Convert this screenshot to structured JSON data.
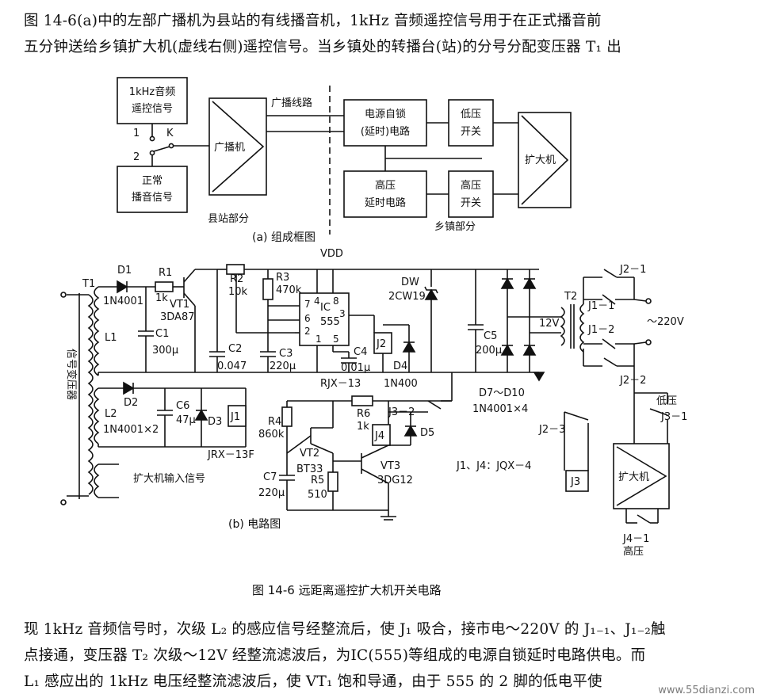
{
  "text": {
    "top_lines": [
      "图 14-6(a)中的左部广播机为县站的有线播音机，1kHz 音频遥控信号用于在正式播音前",
      "五分钟送给乡镇扩大机(虚线右侧)遥控信号。当乡镇处的转播台(站)的分号分配变压器 T₁ 出"
    ],
    "bottom_lines": [
      "现 1kHz 音频信号时，次级 L₂ 的感应信号经整流后，使 J₁ 吸合，接市电～220V 的 J₁₋₁、J₁₋₂触",
      "点接通，变压器 T₂ 次级～12V 经整流滤波后，为IC(555)等组成的电源自锁延时电路供电。而",
      "L₁ 感应出的 1kHz 电压经整流滤波后，使 VT₁ 饱和导通，由于 555 的 2 脚的低电平使"
    ]
  },
  "block_diagram": {
    "caption": "(a) 组成框图",
    "remote_signal": [
      "1kHz音频",
      "遥控信号"
    ],
    "normal_signal": [
      "正常",
      "播音信号"
    ],
    "switch_labels": [
      "1",
      "K",
      "2"
    ],
    "broadcaster": "广播机",
    "line": "广播线路",
    "power_lock": [
      "电源自锁",
      "(延时)电路"
    ],
    "hv_delay": [
      "高压",
      "延时电路"
    ],
    "lv_switch": [
      "低压",
      "开关"
    ],
    "hv_switch": [
      "高压",
      "开关"
    ],
    "amplifier": "扩大机",
    "county": "县站部分",
    "town": "乡镇部分"
  },
  "circuit": {
    "caption": "(b) 电路图",
    "figure_title": "图 14-6   远距离遥控扩大机开关电路",
    "labels": {
      "vdd": "VDD",
      "t1": "T1",
      "sig_transformer": "信号变压器",
      "d1": "D1",
      "d1_part": "1N4001",
      "r1": "R1",
      "r1_val": "1k",
      "vt1": "VT1",
      "vt1_part": "3DA87",
      "r2": "R2",
      "r2_val": "10k",
      "r3": "R3",
      "r3_val": "470k",
      "ic": "IC",
      "ic_part": "555",
      "pins": [
        "7",
        "4",
        "8",
        "6",
        "3",
        "2",
        "1",
        "5"
      ],
      "l1": "L1",
      "c1": "C1",
      "c1_val": "300μ",
      "c2": "C2",
      "c2_val": "0.047",
      "c3": "C3",
      "c3_val": "220μ",
      "c4": "C4",
      "c4_val": "0.01μ",
      "j2": "J2",
      "d4": "D4",
      "rjx": "RJX－13",
      "n400": "1N400",
      "dw": "DW",
      "dw_part": "2CW19",
      "c5": "C5",
      "c5_val": "200μ",
      "t2": "T2",
      "v12": "12V",
      "j21": "J2－1",
      "j11": "J1－1",
      "j12": "J1－2",
      "j22": "J2－2",
      "ac220": "～220V",
      "d7d10": "D7～D10",
      "d7d10_part": "1N4001×4",
      "d2": "D2",
      "l2": "L2",
      "l2_part": "1N4001×2",
      "c6": "C6",
      "c6_val": "47μ",
      "d3": "D3",
      "j1": "J1",
      "jrx": "JRX－13F",
      "r4": "R4",
      "r4_val": "860k",
      "vt2": "VT2",
      "vt2_part": "BT33",
      "r5": "R5",
      "r5_val": "510",
      "c7": "C7",
      "c7_val": "220μ",
      "r6": "R6",
      "r6_val": "1k",
      "j32": "J3－2",
      "j4": "J4",
      "d5": "D5",
      "vt3": "VT3",
      "vt3_part": "3DG12",
      "jqx": "J1、J4：JQX－4",
      "low_v": "低压",
      "j31": "J3－1",
      "j23": "J2－3",
      "j3": "J3",
      "amp": "扩大机",
      "j41": "J4－1",
      "high_v": "高压",
      "amp_input": "扩大机输入信号"
    }
  },
  "watermark": "www.55dianzi.com"
}
